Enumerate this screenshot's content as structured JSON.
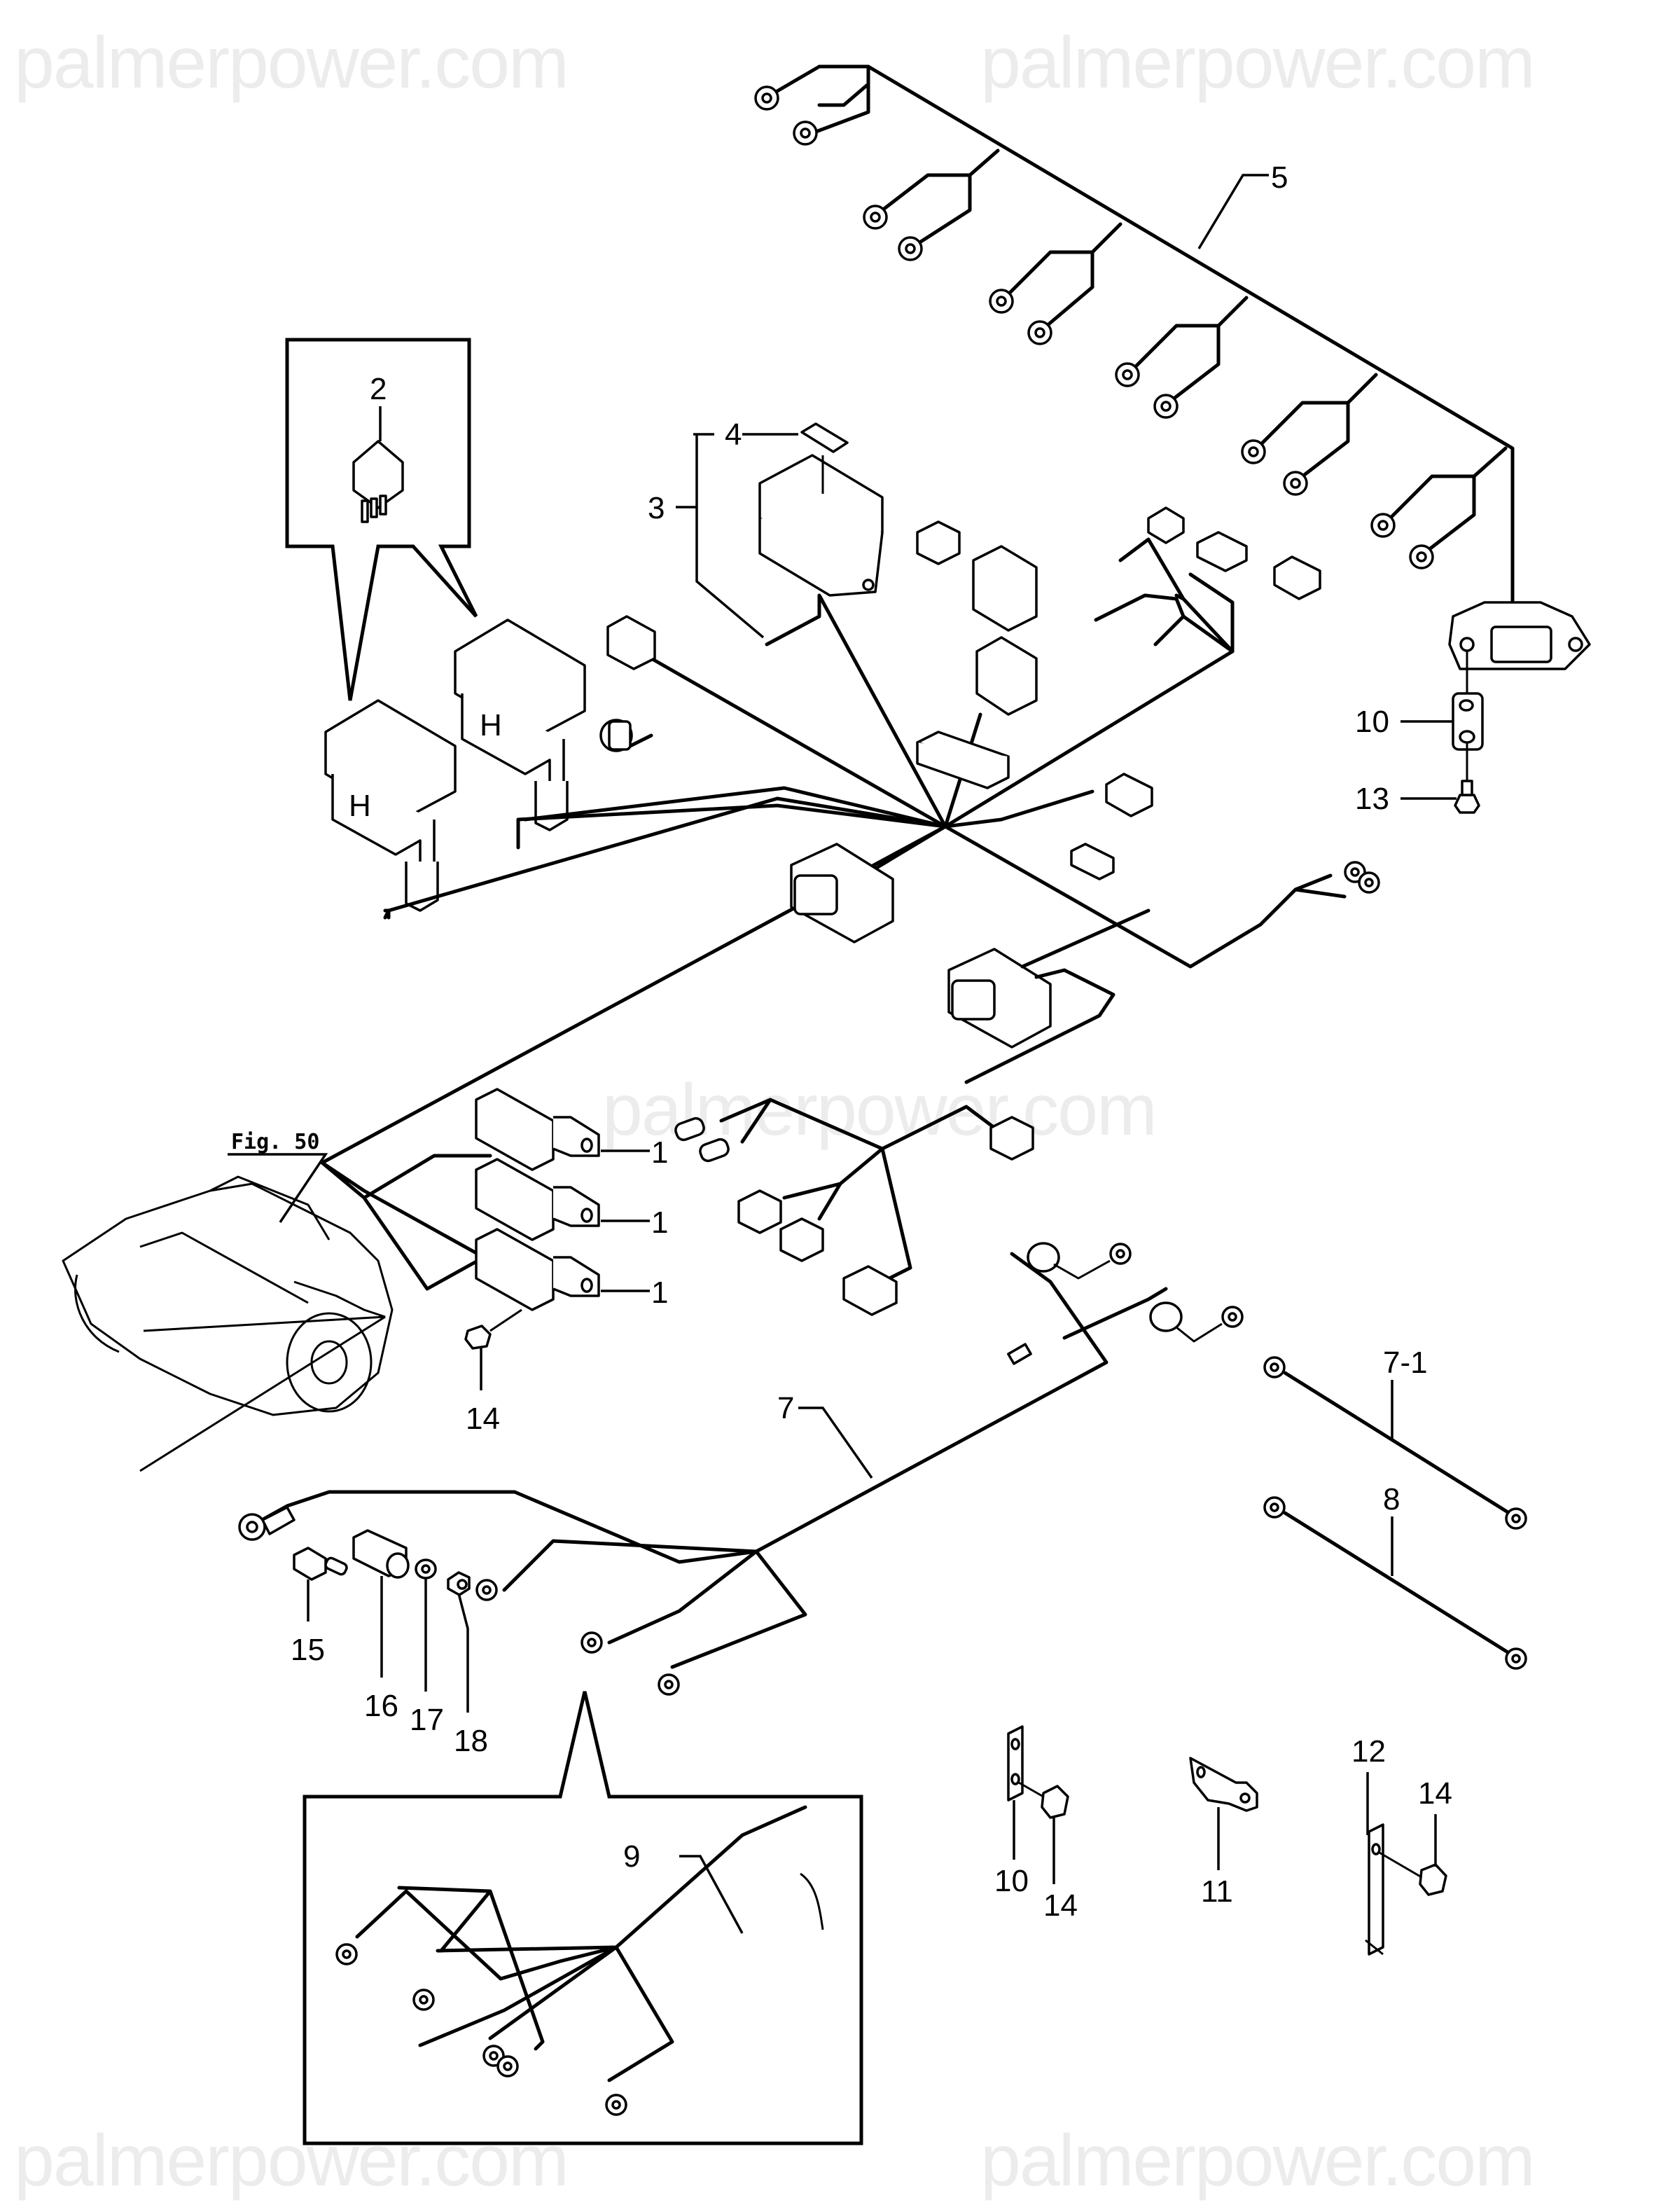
{
  "watermarks": {
    "top_left": "palmerpower.com",
    "top_right": "palmerpower.com",
    "center": "palmerpower.com",
    "bottom_left": "palmerpower.com",
    "bottom_right": "palmerpower.com"
  },
  "figure_reference": {
    "label": "Fig. 50",
    "refers_to": "starter-motor"
  },
  "callouts": [
    {
      "id": "1a",
      "label": "1",
      "part": "relay"
    },
    {
      "id": "1b",
      "label": "1",
      "part": "relay"
    },
    {
      "id": "1c",
      "label": "1",
      "part": "relay"
    },
    {
      "id": "2",
      "label": "2",
      "part": "small-relay"
    },
    {
      "id": "3",
      "label": "3",
      "part": "main-harness"
    },
    {
      "id": "4",
      "label": "4",
      "part": "label-tag"
    },
    {
      "id": "5",
      "label": "5",
      "part": "injector-harness"
    },
    {
      "id": "7",
      "label": "7",
      "part": "starter-harness"
    },
    {
      "id": "7-1",
      "label": "7-1",
      "part": "sub-harness"
    },
    {
      "id": "8",
      "label": "8",
      "part": "ground-cable"
    },
    {
      "id": "9",
      "label": "9",
      "part": "ground-cable"
    },
    {
      "id": "10a",
      "label": "10",
      "part": "bracket"
    },
    {
      "id": "10b",
      "label": "10",
      "part": "bracket"
    },
    {
      "id": "11",
      "label": "11",
      "part": "bracket"
    },
    {
      "id": "12",
      "label": "12",
      "part": "bracket"
    },
    {
      "id": "13",
      "label": "13",
      "part": "bolt"
    },
    {
      "id": "14a",
      "label": "14",
      "part": "bolt"
    },
    {
      "id": "14b",
      "label": "14",
      "part": "bolt"
    },
    {
      "id": "14c",
      "label": "14",
      "part": "bolt"
    },
    {
      "id": "15",
      "label": "15",
      "part": "stud"
    },
    {
      "id": "16",
      "label": "16",
      "part": "spacer"
    },
    {
      "id": "17",
      "label": "17",
      "part": "washer"
    },
    {
      "id": "18",
      "label": "18",
      "part": "nut"
    }
  ],
  "colors": {
    "line": "#000000",
    "background": "#ffffff",
    "watermark": "#ececec"
  }
}
